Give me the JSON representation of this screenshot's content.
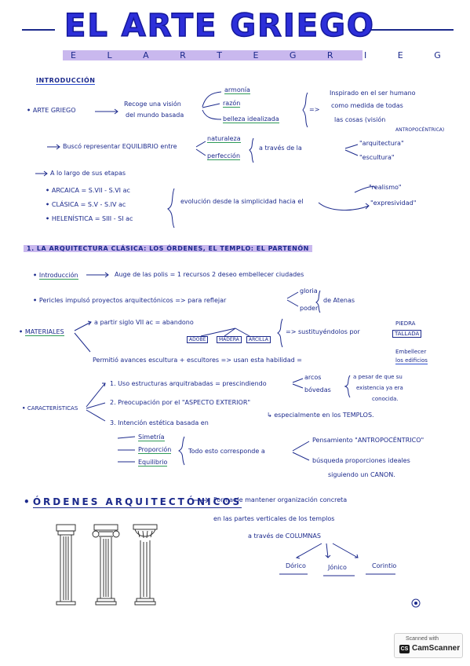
{
  "title": "EL ARTE GRIEGO",
  "subtitle": "E L   A R T E   G R I E G O",
  "intro": {
    "heading": "INTRODUCCIÓN",
    "arte_griego": "ARTE GRIEGO",
    "recoge": "Recoge una visión",
    "mundo": "del mundo basada",
    "armonia": "armonía",
    "razon": "razón",
    "belleza": "belleza idealizada",
    "inspirado1": "Inspirado en el ser humano",
    "inspirado2": "como medida de todas",
    "inspirado3": "las cosas (visión",
    "inspirado4": "ANTROPOCÉNTRICA)",
    "busco": "Buscó representar EQUILIBRIO entre",
    "naturaleza": "naturaleza",
    "perfeccion": "perfección",
    "atraves": "a través de la",
    "arquitectura": "\"arquitectura\"",
    "escultura": "\"escultura\"",
    "largo": "A lo largo de sus etapas",
    "arcaica": "ARCAICA = S.VII - S.VI ac",
    "clasica": "CLÁSICA = S.V - S.IV ac",
    "helenistica": "HELENÍSTICA = SIII - SI ac",
    "evolucion": "evolución desde la simplicidad hacia el",
    "realismo": "\"realismo\"",
    "expresividad": "\"expresividad\""
  },
  "section1": {
    "heading": "1. LA ARQUITECTURA CLÁSICA: LOS ÓRDENES, EL TEMPLO: EL PARTENÓN",
    "introduccion": "Introducción",
    "auge": "Auge de las polis = 1 recursos 2 deseo embellecer ciudades",
    "pericles": "Pericles impulsó proyectos arquitectónicos => para reflejar",
    "gloria": "gloria",
    "poder": "poder",
    "atenas": "de Atenas",
    "materiales": "MATERIALES",
    "partir": "a partir siglo VII ac = abandono",
    "adobe": "ADOBE",
    "madera": "MADERA",
    "arcilla": "ARCILLA",
    "sustituye": "=> sustituyéndolos por",
    "piedra": "PIEDRA",
    "tallada": "TALLADA",
    "permitio": "Permitió avances escultura + escultores => usan esta habilidad =",
    "embellecer": "Embellecer",
    "edificios": "los edificios",
    "caracteristicas": "CARACTERÍSTICAS",
    "c1": "1. Uso estructuras arquitrabadas = prescindiendo",
    "arcos": "arcos",
    "boveda": "bóvedas",
    "presar": "a pesar de que su",
    "existencia": "existencia ya era",
    "conocida": "conocida.",
    "c2": "2. Preocupación por el \"ASPECTO EXTERIOR\"",
    "especial": "especialmente en los TEMPLOS.",
    "c3": "3. Intención estética basada en",
    "simetria": "Simetría",
    "proporcion": "Proporción",
    "equilibrio": "Equilibrio",
    "todo": "Todo esto corresponde a",
    "pensamiento": "Pensamiento \"ANTROPOCÉNTRICO\"",
    "busqueda1": "búsqueda proporciones ideales",
    "busqueda2": "siguiendo un CANON."
  },
  "ordenes": {
    "heading": "ÓRDENES ARQUITECTÓNICOS",
    "forma1": "Forma de mantener organización concreta",
    "forma2": "en las partes verticales de los templos",
    "forma3": "a través de COLUMNAS",
    "dorico": "Dórico",
    "jonico": "Jónico",
    "corintio": "Corintio"
  },
  "scanner": {
    "scanned": "Scanned with",
    "app": "CamScanner",
    "badge": "CS"
  }
}
